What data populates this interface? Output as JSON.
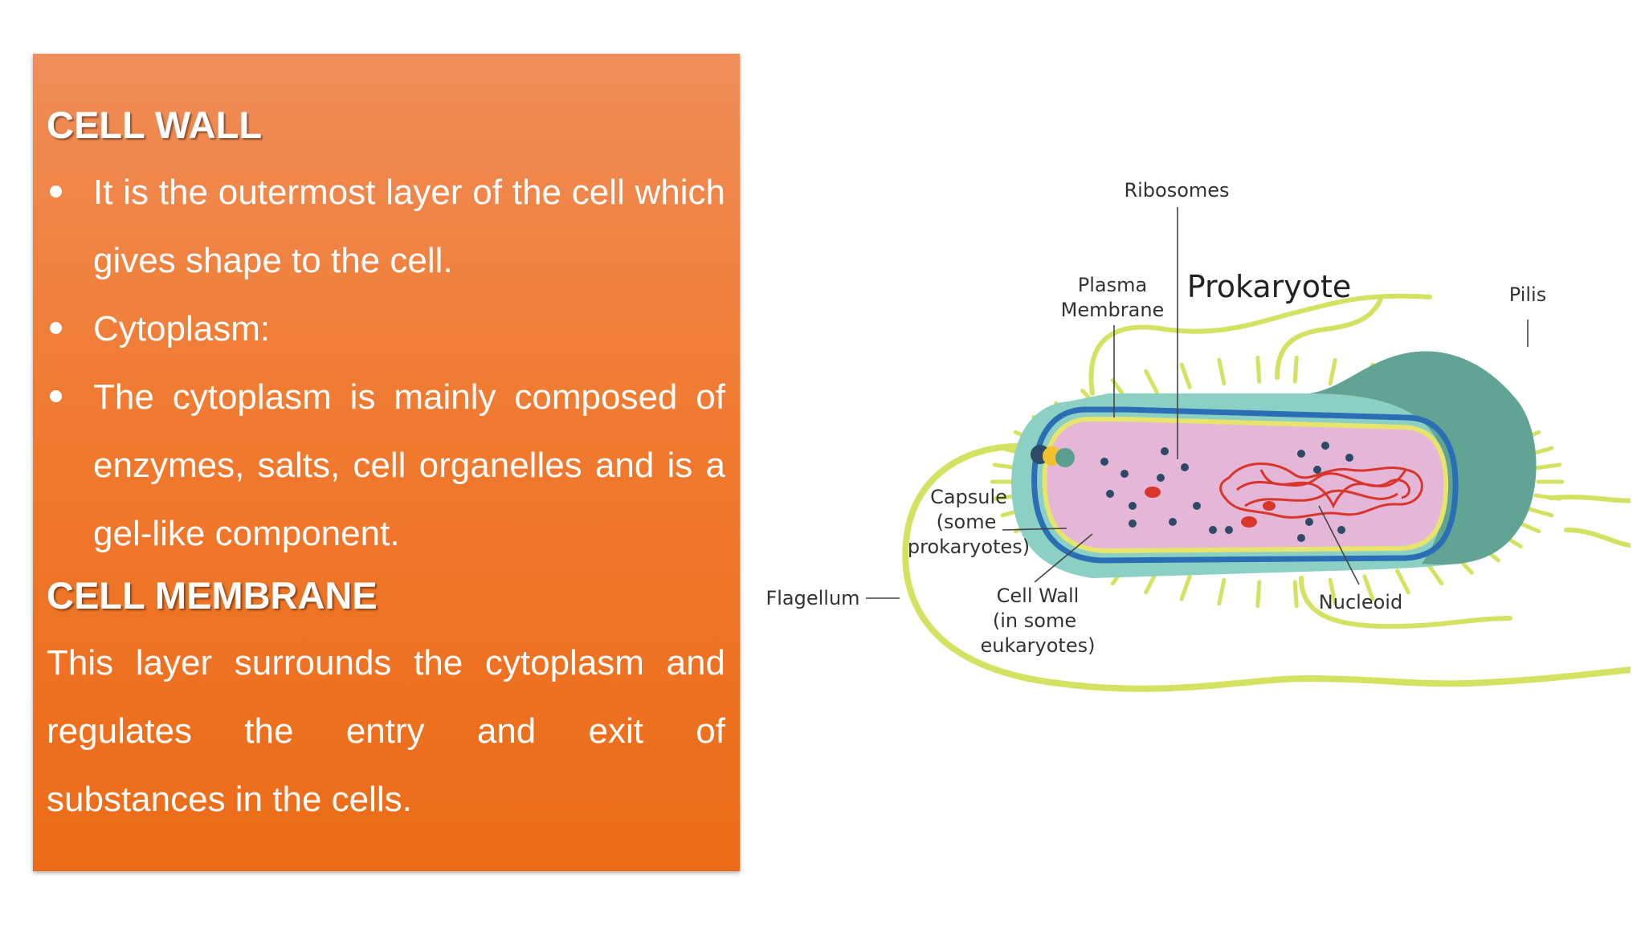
{
  "slide": {
    "cell_wall": {
      "heading": "CELL WALL",
      "bullets": [
        "It is the outermost layer of the cell which gives shape to the cell.",
        "Cytoplasm:",
        "The cytoplasm is mainly composed of enzymes, salts, cell organelles and is a gel-like component."
      ]
    },
    "cell_membrane": {
      "heading": "CELL MEMBRANE",
      "text_line1": "This layer surrounds the cytoplasm and",
      "text_line2": "regulates the entry and exit of",
      "text_line3": "substances in the cells."
    }
  },
  "diagram": {
    "title": "Prokaryote",
    "labels": {
      "ribosomes": "Ribosomes",
      "plasma_membrane_1": "Plasma",
      "plasma_membrane_2": "Membrane",
      "pilis": "Pilis",
      "capsule_1": "Capsule",
      "capsule_2": "(some",
      "capsule_3": "prokaryotes)",
      "flagellum": "Flagellum",
      "cell_wall_1": "Cell Wall",
      "cell_wall_2": "(in some",
      "cell_wall_3": "eukaryotes)",
      "nucleoid": "Nucleoid"
    },
    "colors": {
      "panel_top": "#f08d58",
      "panel_bottom": "#ec6b17",
      "capsule": "#8ccfc4",
      "capsule_dark": "#5c9e8e",
      "cell_wall": "#2a6fb5",
      "membrane": "#e6e46a",
      "cytoplasm": "#e4b6d8",
      "pili": "#d4e262",
      "nucleoid": "#d9352a",
      "ribosome": "#2c4a66"
    }
  }
}
